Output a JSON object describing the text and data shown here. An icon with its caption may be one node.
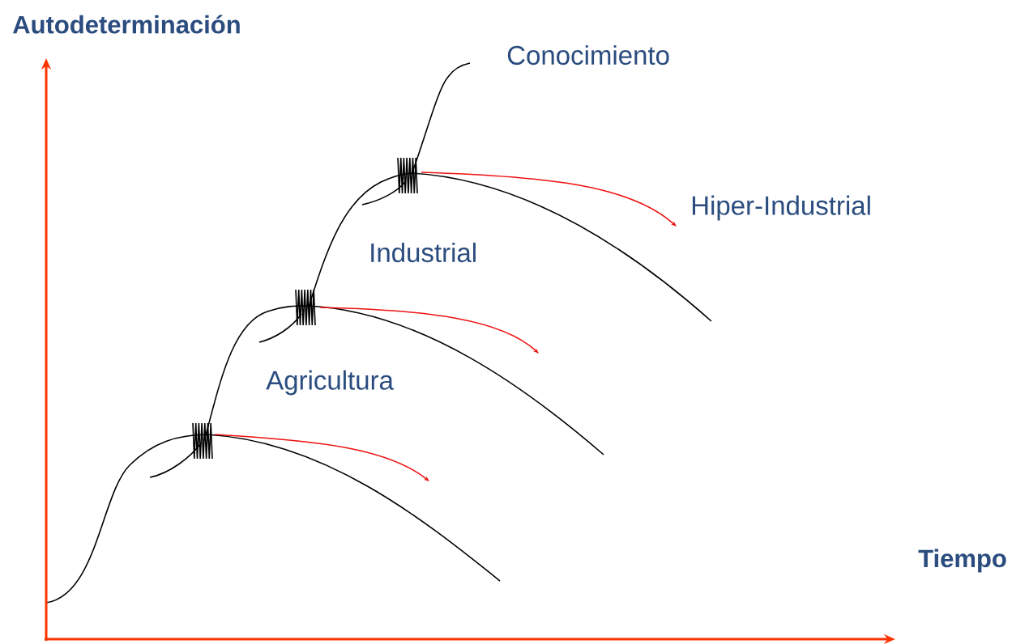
{
  "diagram": {
    "labels": [
      "Autodeterminación",
      "Conocimiento",
      "Hiper-Industrial",
      "Industrial",
      "Agricultura",
      "Tiempo"
    ]
  }
}
